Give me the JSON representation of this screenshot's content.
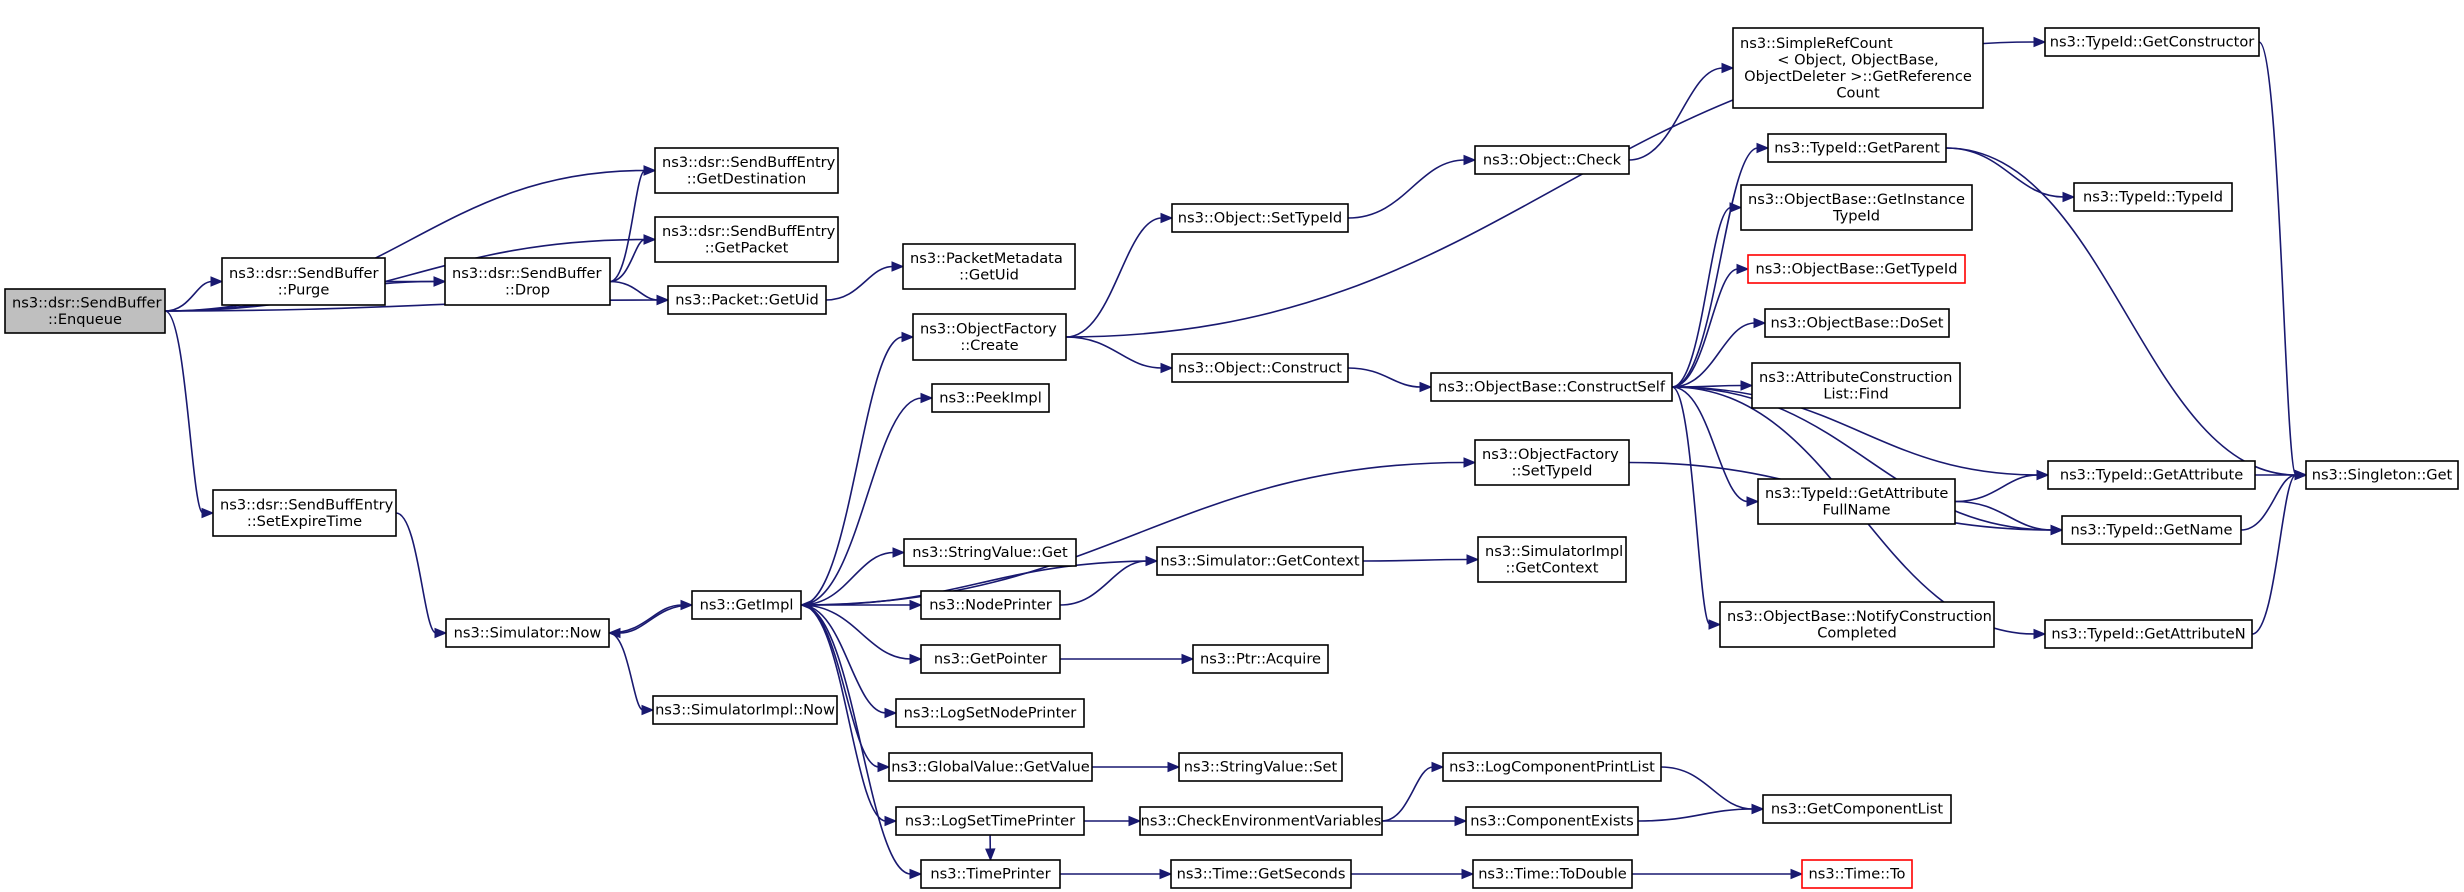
{
  "diagram": {
    "nodes": [
      {
        "id": "enqueue",
        "lines": [
          "ns3::dsr::SendBuffer",
          "::Enqueue"
        ],
        "style": "start"
      },
      {
        "id": "purge",
        "lines": [
          "ns3::dsr::SendBuffer",
          "::Purge"
        ]
      },
      {
        "id": "drop",
        "lines": [
          "ns3::dsr::SendBuffer",
          "::Drop"
        ]
      },
      {
        "id": "getDest",
        "lines": [
          "ns3::dsr::SendBuffEntry",
          "::GetDestination"
        ]
      },
      {
        "id": "getPacket",
        "lines": [
          "ns3::dsr::SendBuffEntry",
          "::GetPacket"
        ]
      },
      {
        "id": "getUid",
        "lines": [
          "ns3::Packet::GetUid"
        ]
      },
      {
        "id": "setExpire",
        "lines": [
          "ns3::dsr::SendBuffEntry",
          "::SetExpireTime"
        ]
      },
      {
        "id": "simNow",
        "lines": [
          "ns3::Simulator::Now"
        ]
      },
      {
        "id": "implNow",
        "lines": [
          "ns3::SimulatorImpl::Now"
        ]
      },
      {
        "id": "getImpl",
        "lines": [
          "ns3::GetImpl"
        ]
      },
      {
        "id": "pmGetUid",
        "lines": [
          "ns3::PacketMetadata",
          "::GetUid"
        ]
      },
      {
        "id": "ofCreate",
        "lines": [
          "ns3::ObjectFactory",
          "::Create"
        ]
      },
      {
        "id": "peekImpl",
        "lines": [
          "ns3::PeekImpl"
        ]
      },
      {
        "id": "svGet",
        "lines": [
          "ns3::StringValue::Get"
        ]
      },
      {
        "id": "nodePrinter",
        "lines": [
          "ns3::NodePrinter"
        ]
      },
      {
        "id": "getPointer",
        "lines": [
          "ns3::GetPointer"
        ]
      },
      {
        "id": "logSetNode",
        "lines": [
          "ns3::LogSetNodePrinter"
        ]
      },
      {
        "id": "gvGetValue",
        "lines": [
          "ns3::GlobalValue::GetValue"
        ]
      },
      {
        "id": "logSetTime",
        "lines": [
          "ns3::LogSetTimePrinter"
        ]
      },
      {
        "id": "timePrinter",
        "lines": [
          "ns3::TimePrinter"
        ]
      },
      {
        "id": "setTypeId",
        "lines": [
          "ns3::Object::SetTypeId"
        ]
      },
      {
        "id": "construct",
        "lines": [
          "ns3::Object::Construct"
        ]
      },
      {
        "id": "getContext",
        "lines": [
          "ns3::Simulator::GetContext"
        ]
      },
      {
        "id": "ptrAcquire",
        "lines": [
          "ns3::Ptr::Acquire"
        ]
      },
      {
        "id": "svSet",
        "lines": [
          "ns3::StringValue::Set"
        ]
      },
      {
        "id": "checkEnv",
        "lines": [
          "ns3::CheckEnvironmentVariables"
        ]
      },
      {
        "id": "getSeconds",
        "lines": [
          "ns3::Time::GetSeconds"
        ]
      },
      {
        "id": "objCheck",
        "lines": [
          "ns3::Object::Check"
        ]
      },
      {
        "id": "constructSelf",
        "lines": [
          "ns3::ObjectBase::ConstructSelf"
        ]
      },
      {
        "id": "ofSetTypeId",
        "lines": [
          "ns3::ObjectFactory",
          "::SetTypeId"
        ]
      },
      {
        "id": "implGetContext",
        "lines": [
          "ns3::SimulatorImpl",
          "::GetContext"
        ]
      },
      {
        "id": "logCompList",
        "lines": [
          "ns3::LogComponentPrintList"
        ]
      },
      {
        "id": "compExists",
        "lines": [
          "ns3::ComponentExists"
        ]
      },
      {
        "id": "toDouble",
        "lines": [
          "ns3::Time::ToDouble"
        ]
      },
      {
        "id": "simpleRef",
        "lines": [
          "ns3::SimpleRefCount",
          "< Object, ObjectBase,",
          " ObjectDeleter >::GetReference",
          "Count"
        ]
      },
      {
        "id": "tGetParent",
        "lines": [
          "ns3::TypeId::GetParent"
        ]
      },
      {
        "id": "obGetInstance",
        "lines": [
          "ns3::ObjectBase::GetInstance",
          "TypeId"
        ]
      },
      {
        "id": "obGetTypeId",
        "lines": [
          "ns3::ObjectBase::GetTypeId"
        ],
        "style": "warn"
      },
      {
        "id": "obDoSet",
        "lines": [
          "ns3::ObjectBase::DoSet"
        ]
      },
      {
        "id": "attrFind",
        "lines": [
          "ns3::AttributeConstruction",
          "List::Find"
        ]
      },
      {
        "id": "tGetAttrFull",
        "lines": [
          "ns3::TypeId::GetAttribute",
          "FullName"
        ]
      },
      {
        "id": "obNotify",
        "lines": [
          "ns3::ObjectBase::NotifyConstruction",
          "Completed"
        ]
      },
      {
        "id": "getCompList",
        "lines": [
          "ns3::GetComponentList"
        ]
      },
      {
        "id": "timeTo",
        "lines": [
          "ns3::Time::To"
        ],
        "style": "warn"
      },
      {
        "id": "tGetCtor",
        "lines": [
          "ns3::TypeId::GetConstructor"
        ]
      },
      {
        "id": "tTypeId",
        "lines": [
          "ns3::TypeId::TypeId"
        ]
      },
      {
        "id": "tGetAttr",
        "lines": [
          "ns3::TypeId::GetAttribute"
        ]
      },
      {
        "id": "tGetName",
        "lines": [
          "ns3::TypeId::GetName"
        ]
      },
      {
        "id": "tGetAttrN",
        "lines": [
          "ns3::TypeId::GetAttributeN"
        ]
      },
      {
        "id": "singleton",
        "lines": [
          "ns3::Singleton::Get"
        ]
      }
    ],
    "edges": [
      [
        "enqueue",
        "getDest"
      ],
      [
        "enqueue",
        "getPacket"
      ],
      [
        "enqueue",
        "purge"
      ],
      [
        "enqueue",
        "drop"
      ],
      [
        "enqueue",
        "getUid"
      ],
      [
        "enqueue",
        "setExpire"
      ],
      [
        "purge",
        "drop"
      ],
      [
        "drop",
        "getDest"
      ],
      [
        "drop",
        "getPacket"
      ],
      [
        "drop",
        "getUid"
      ],
      [
        "getUid",
        "pmGetUid"
      ],
      [
        "setExpire",
        "simNow"
      ],
      [
        "simNow",
        "getImpl"
      ],
      [
        "simNow",
        "implNow"
      ],
      [
        "getImpl",
        "ofCreate"
      ],
      [
        "getImpl",
        "peekImpl"
      ],
      [
        "getImpl",
        "ofSetTypeId"
      ],
      [
        "getImpl",
        "svGet"
      ],
      [
        "getImpl",
        "nodePrinter"
      ],
      [
        "getImpl",
        "getPointer"
      ],
      [
        "getImpl",
        "logSetNode"
      ],
      [
        "getImpl",
        "gvGetValue"
      ],
      [
        "getImpl",
        "logSetTime"
      ],
      [
        "getImpl",
        "timePrinter"
      ],
      [
        "getImpl",
        "simNow"
      ],
      [
        "getContext",
        "getImpl"
      ],
      [
        "logSetTime",
        "timePrinter"
      ],
      [
        "ofCreate",
        "setTypeId"
      ],
      [
        "ofCreate",
        "construct"
      ],
      [
        "ofCreate",
        "tGetCtor"
      ],
      [
        "setTypeId",
        "objCheck"
      ],
      [
        "objCheck",
        "simpleRef"
      ],
      [
        "construct",
        "constructSelf"
      ],
      [
        "nodePrinter",
        "getContext"
      ],
      [
        "getContext",
        "implGetContext"
      ],
      [
        "getPointer",
        "ptrAcquire"
      ],
      [
        "gvGetValue",
        "svSet"
      ],
      [
        "logSetTime",
        "checkEnv"
      ],
      [
        "checkEnv",
        "logCompList"
      ],
      [
        "checkEnv",
        "compExists"
      ],
      [
        "logCompList",
        "getCompList"
      ],
      [
        "compExists",
        "getCompList"
      ],
      [
        "timePrinter",
        "getSeconds"
      ],
      [
        "getSeconds",
        "toDouble"
      ],
      [
        "toDouble",
        "timeTo"
      ],
      [
        "constructSelf",
        "tGetParent"
      ],
      [
        "constructSelf",
        "obGetInstance"
      ],
      [
        "constructSelf",
        "obGetTypeId"
      ],
      [
        "constructSelf",
        "obDoSet"
      ],
      [
        "constructSelf",
        "attrFind"
      ],
      [
        "constructSelf",
        "tGetAttr"
      ],
      [
        "constructSelf",
        "tGetAttrFull"
      ],
      [
        "constructSelf",
        "tGetName"
      ],
      [
        "constructSelf",
        "obNotify"
      ],
      [
        "constructSelf",
        "tGetAttrN"
      ],
      [
        "ofSetTypeId",
        "tGetName"
      ],
      [
        "tGetParent",
        "tTypeId"
      ],
      [
        "tGetParent",
        "singleton"
      ],
      [
        "tGetAttrFull",
        "tGetAttr"
      ],
      [
        "tGetAttrFull",
        "tGetName"
      ],
      [
        "tGetAttr",
        "singleton"
      ],
      [
        "tGetName",
        "singleton"
      ],
      [
        "tGetAttrN",
        "singleton"
      ],
      [
        "tGetCtor",
        "singleton"
      ]
    ]
  }
}
